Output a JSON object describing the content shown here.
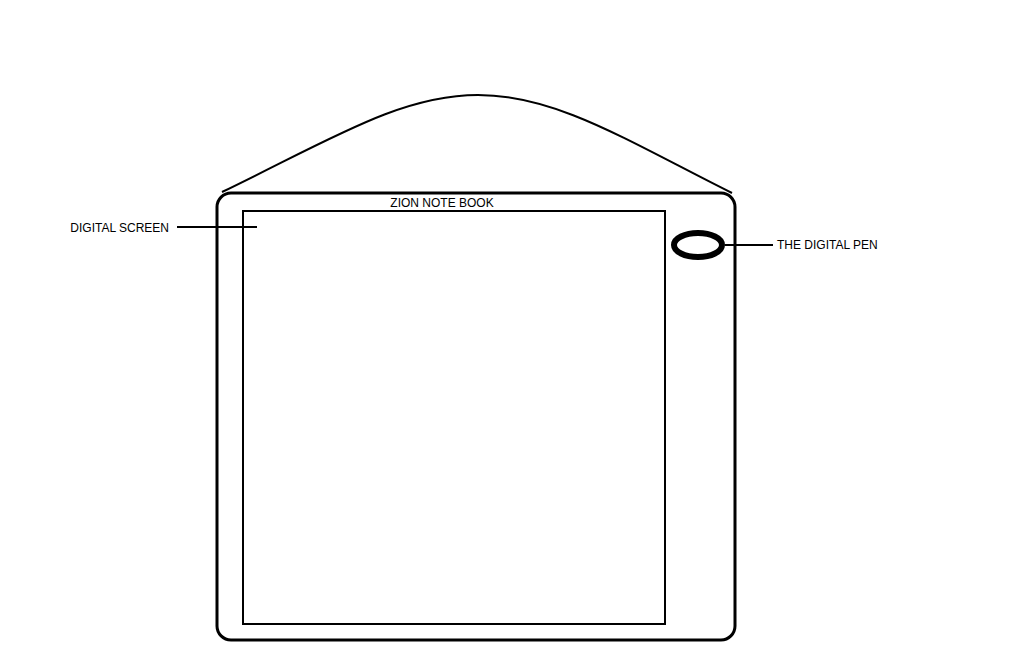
{
  "diagram": {
    "labels": [
      "ZION NOTE BOOK",
      "DIGITAL SCREEN",
      "THE DIGITAL PEN"
    ]
  }
}
